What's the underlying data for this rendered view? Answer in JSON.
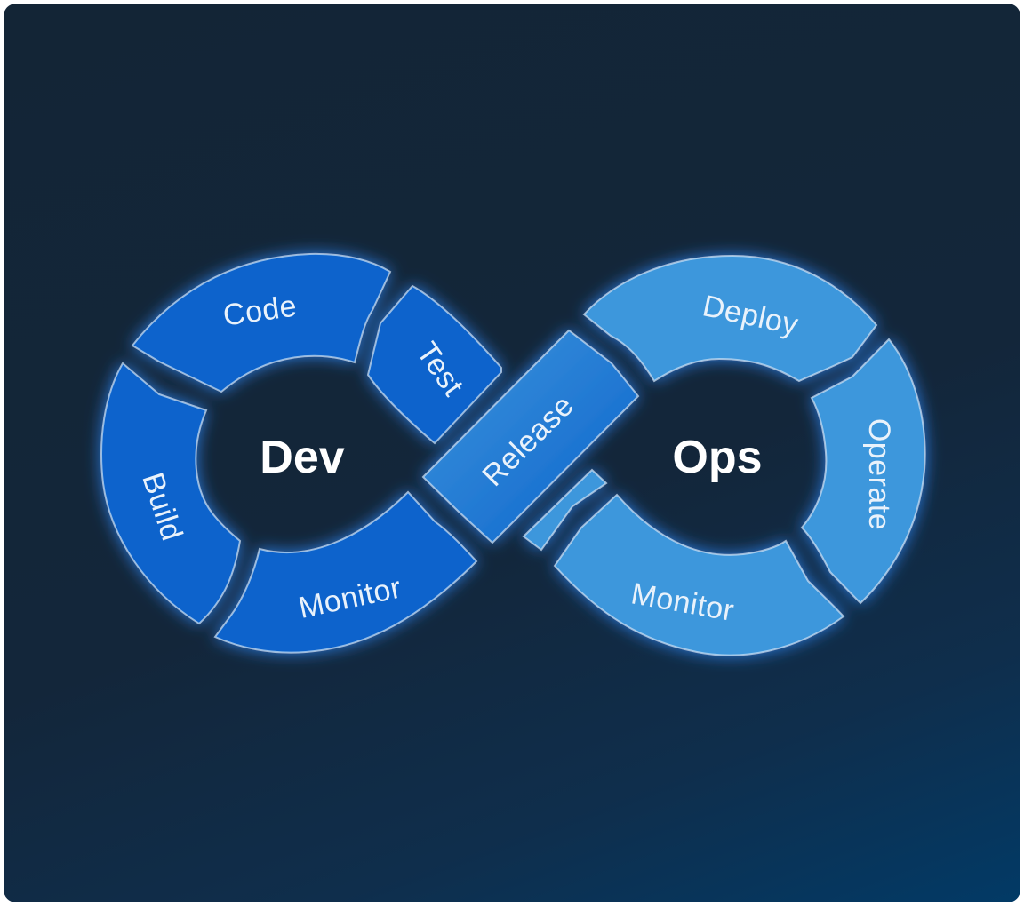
{
  "diagram": {
    "hubs": {
      "left": "Dev",
      "right": "Ops"
    },
    "dev_segments": {
      "code": "Code",
      "test": "Test",
      "build": "Build",
      "monitor": "Monitor"
    },
    "bridge": {
      "release": "Release"
    },
    "ops_segments": {
      "deploy": "Deploy",
      "operate": "Operate",
      "monitor": "Monitor"
    },
    "colors": {
      "dev_blue": "#0a64cc",
      "ops_blue": "#3d97dc",
      "glow": "#2f8cff",
      "background_dark": "#132536",
      "background_accent": "#023a66",
      "segment_border": "#cfe4f7"
    }
  }
}
